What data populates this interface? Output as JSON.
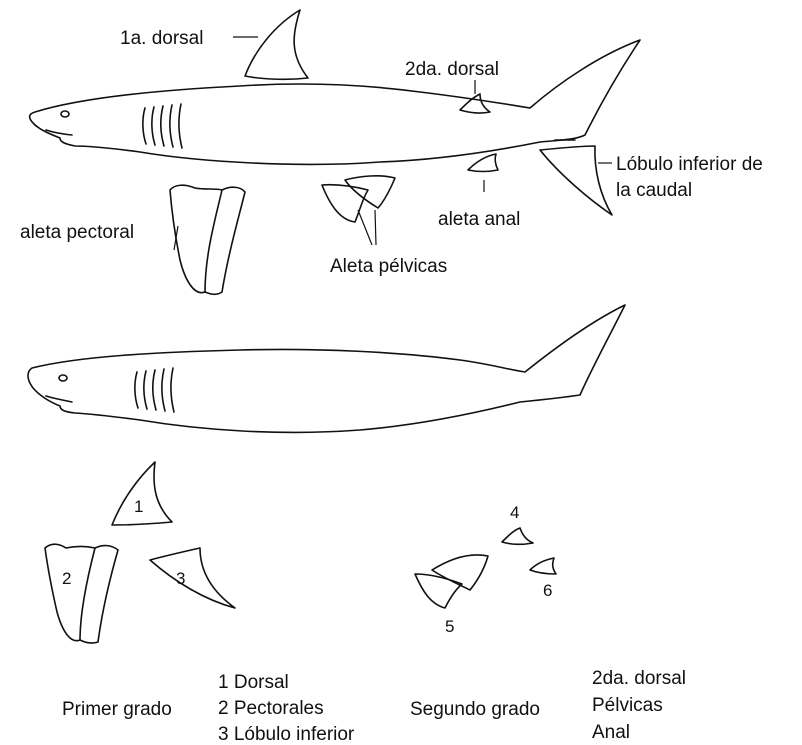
{
  "top_diagram": {
    "labels": {
      "first_dorsal": "1a. dorsal",
      "second_dorsal": "2da. dorsal",
      "caudal_lower_lobe_line1": "Lóbulo inferior de",
      "caudal_lower_lobe_line2": "la caudal",
      "pectoral": "aleta pectoral",
      "anal": "aleta anal",
      "pelvic": "Aleta pélvicas"
    }
  },
  "bottom_diagram": {
    "fin_numbers": [
      "1",
      "2",
      "3",
      "4",
      "5",
      "6"
    ]
  },
  "legend": {
    "first_grade_title": "Primer grado",
    "first_grade_items": [
      "1 Dorsal",
      "2 Pectorales",
      "3 Lóbulo inferior"
    ],
    "second_grade_title": "Segundo grado",
    "second_grade_items": [
      "2da. dorsal",
      "Pélvicas",
      "Anal"
    ]
  }
}
